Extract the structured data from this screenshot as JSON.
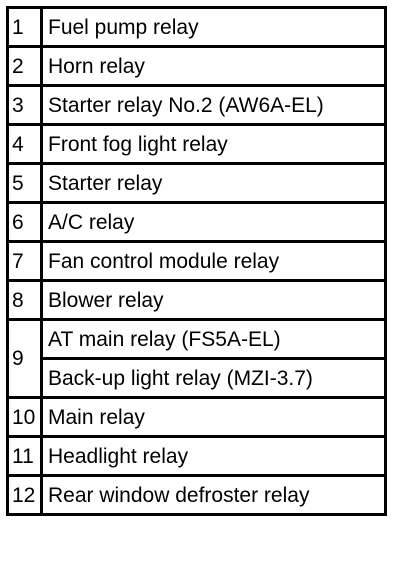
{
  "relays": [
    {
      "no": "1",
      "names": [
        "Fuel pump relay"
      ]
    },
    {
      "no": "2",
      "names": [
        "Horn relay"
      ]
    },
    {
      "no": "3",
      "names": [
        "Starter relay No.2 (AW6A-EL)"
      ]
    },
    {
      "no": "4",
      "names": [
        "Front fog light relay"
      ]
    },
    {
      "no": "5",
      "names": [
        "Starter relay"
      ]
    },
    {
      "no": "6",
      "names": [
        "A/C relay"
      ]
    },
    {
      "no": "7",
      "names": [
        "Fan control module relay"
      ]
    },
    {
      "no": "8",
      "names": [
        "Blower relay"
      ]
    },
    {
      "no": "9",
      "names": [
        "AT main relay (FS5A-EL)",
        "Back-up light relay (MZI-3.7)"
      ]
    },
    {
      "no": "10",
      "names": [
        "Main relay"
      ]
    },
    {
      "no": "11",
      "names": [
        "Headlight relay"
      ]
    },
    {
      "no": "12",
      "names": [
        "Rear window defroster relay"
      ]
    }
  ]
}
